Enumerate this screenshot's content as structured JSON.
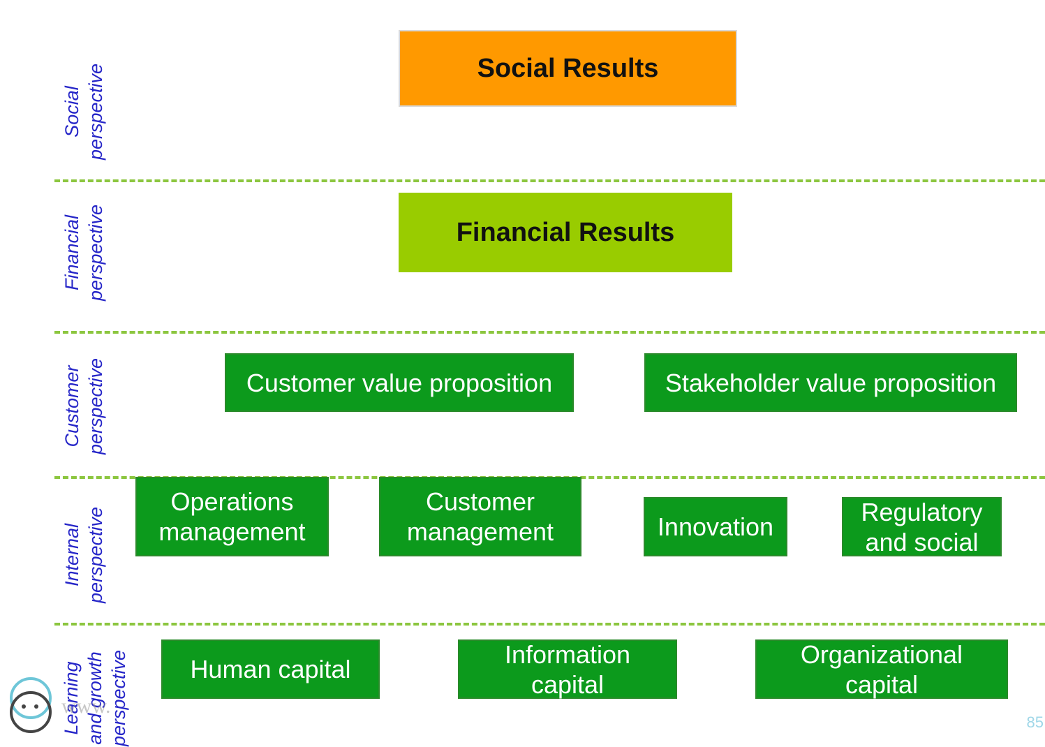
{
  "perspectives": {
    "social": "Social\nperspective",
    "financial": "Financial\nperspective",
    "customer": "Customer\nperspective",
    "internal": "Internal\nperspective",
    "learning": "Learning\nand growth\nperspective"
  },
  "boxes": {
    "social_results": "Social Results",
    "financial_results": "Financial Results",
    "customer_value": "Customer value proposition",
    "stakeholder_value": "Stakeholder value proposition",
    "operations": "Operations\nmanagement",
    "customer_mgmt": "Customer\nmanagement",
    "innovation": "Innovation",
    "regulatory": "Regulatory\nand social",
    "human_capital": "Human capital",
    "information_capital": "Information\ncapital",
    "organizational_capital": "Organizational\ncapital"
  },
  "watermark": "www.",
  "page_number": "85",
  "colors": {
    "social": "#ff9900",
    "financial": "#99cc00",
    "box_green": "#0c9a1c",
    "divider": "#8cc63f",
    "perspective_text": "#2626c8"
  }
}
